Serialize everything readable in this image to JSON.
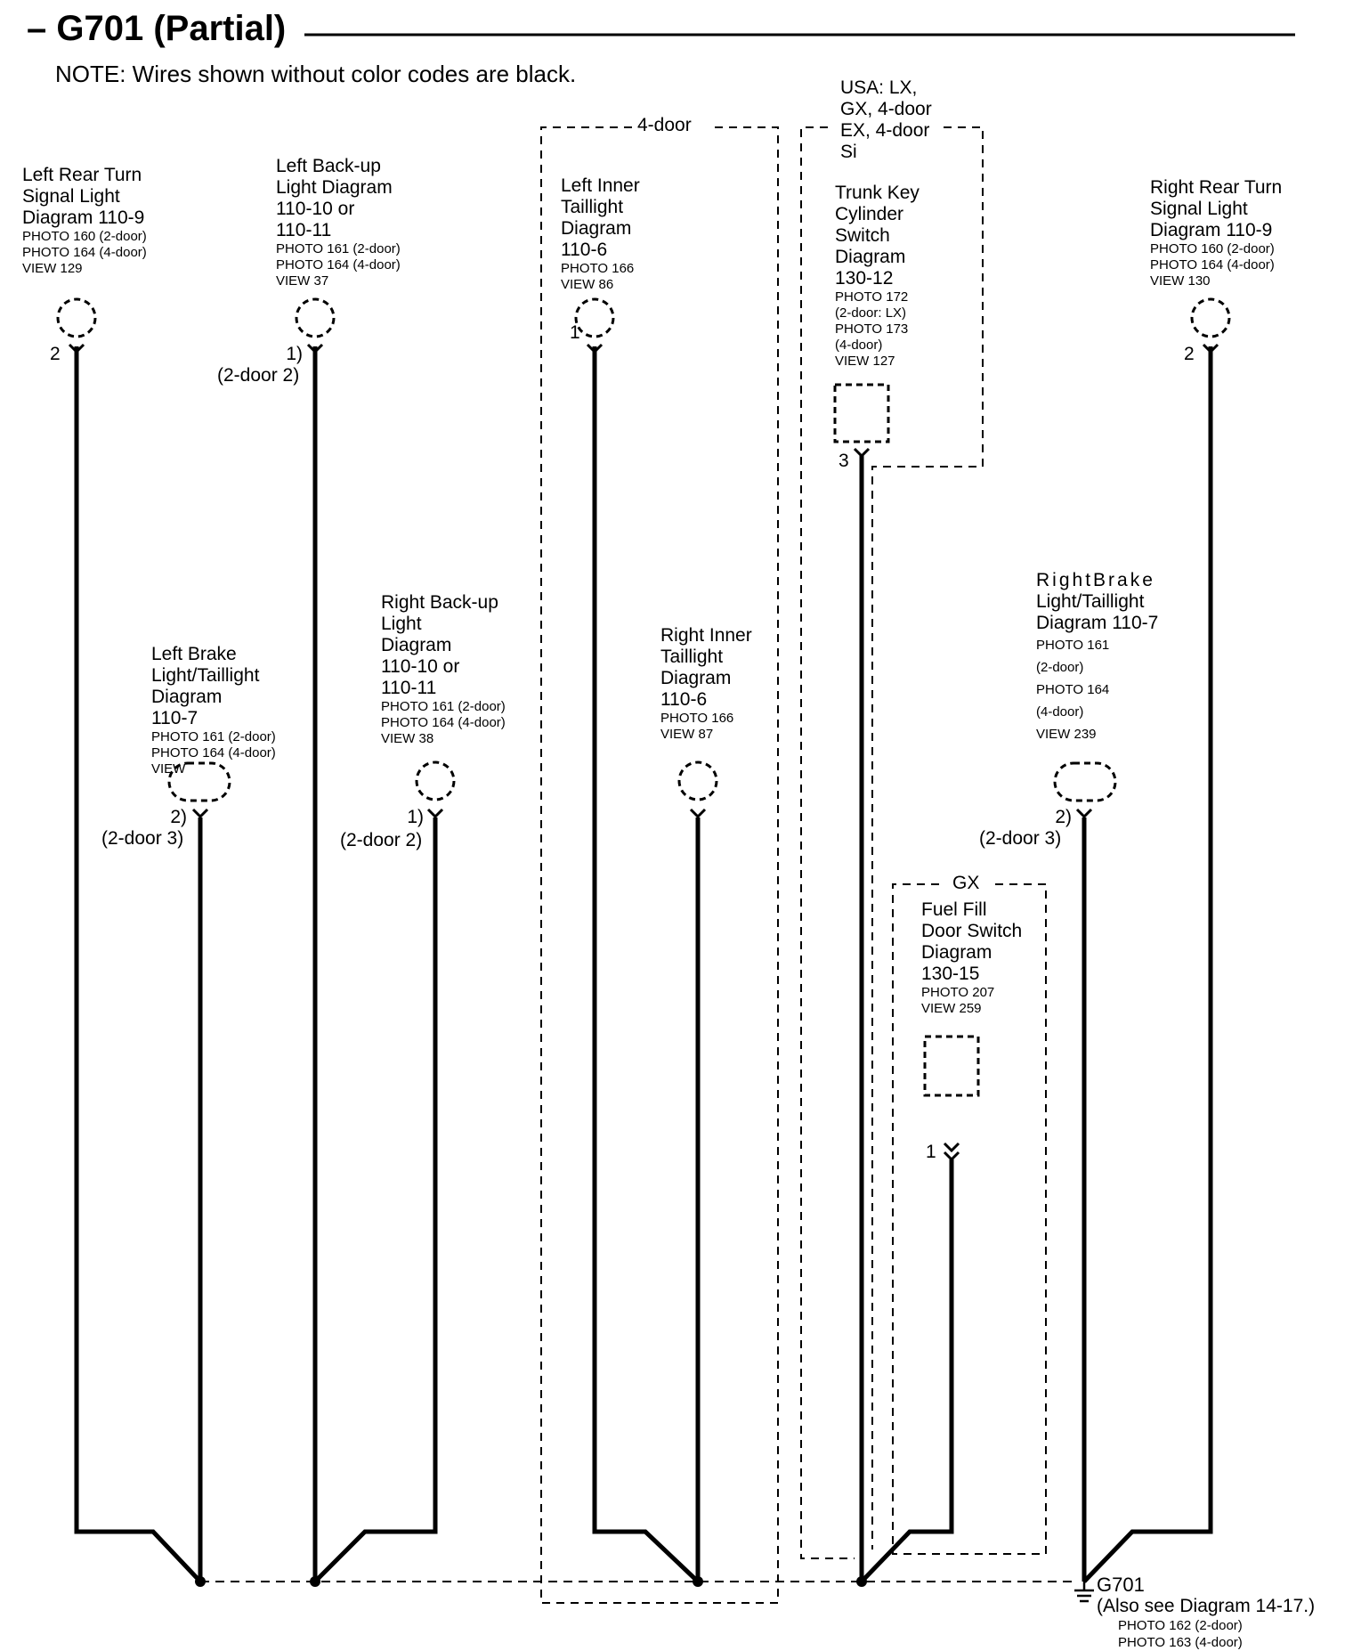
{
  "header": {
    "title": "– G701 (Partial)",
    "note": "NOTE: Wires shown without color codes are black."
  },
  "groups": {
    "four_door": "4-door",
    "usa": [
      "USA: LX,",
      "GX, 4-door",
      "EX, 4-door",
      "Si"
    ],
    "gx": "GX"
  },
  "components": {
    "left_rear_turn": {
      "lines": [
        "Left Rear Turn",
        "Signal Light",
        "Diagram 110-9"
      ],
      "refs": [
        "PHOTO 160 (2-door)",
        "PHOTO 164 (4-door)",
        "VIEW 129"
      ],
      "pin": "2"
    },
    "left_backup": {
      "lines": [
        "Left Back-up",
        "Light Diagram",
        "110-10 or",
        "110-11"
      ],
      "refs": [
        "PHOTO 161  (2-door)",
        "PHOTO 164  (4-door)",
        "VIEW 37"
      ],
      "pin": "1)",
      "pin_note": "(2-door 2)"
    },
    "left_inner_tail": {
      "lines": [
        "Left Inner",
        "Taillight",
        "Diagram",
        "110-6"
      ],
      "refs": [
        "PHOTO 166",
        "VIEW 86"
      ],
      "pin": "1"
    },
    "trunk_key": {
      "lines": [
        "Trunk Key",
        "Cylinder",
        "Switch",
        "Diagram",
        "130-12"
      ],
      "refs": [
        "PHOTO 172",
        "(2-door: LX)",
        "PHOTO 173",
        "(4-door)",
        "VIEW 127"
      ],
      "pin": "3"
    },
    "right_rear_turn": {
      "lines": [
        "Right Rear Turn",
        "Signal Light",
        "Diagram 110-9"
      ],
      "refs": [
        "PHOTO 160 (2-door)",
        "PHOTO 164 (4-door)",
        "VIEW 130"
      ],
      "pin": "2"
    },
    "left_brake": {
      "lines": [
        "Left Brake",
        "Light/Taillight",
        "Diagram",
        "110-7"
      ],
      "refs": [
        "PHOTO 161 (2-door)",
        "PHOTO 164 (4-door)",
        "VIEW"
      ],
      "pin": "2)",
      "pin_note": "(2-door 3)"
    },
    "right_backup": {
      "lines": [
        "Right Back-up",
        "Light",
        "Diagram",
        "110-10 or",
        "110-11"
      ],
      "refs": [
        "PHOTO 161 (2-door)",
        "PHOTO 164 (4-door)",
        "VIEW 38"
      ],
      "pin": "1)",
      "pin_note": "(2-door 2)"
    },
    "right_inner_tail": {
      "lines": [
        "Right Inner",
        "Taillight",
        "Diagram",
        "110-6"
      ],
      "refs": [
        "PHOTO 166",
        "VIEW 87"
      ]
    },
    "right_brake": {
      "lines": [
        "RightBrake",
        "Light/Taillight",
        "Diagram 110-7"
      ],
      "refs": [
        "PHOTO 161",
        "(2-door)",
        "PHOTO 164",
        "(4-door)",
        "VIEW 239"
      ],
      "pin": "2)",
      "pin_note": "(2-door 3)"
    },
    "fuel_fill": {
      "lines": [
        "Fuel Fill",
        "Door Switch",
        "Diagram",
        "130-15"
      ],
      "refs": [
        "PHOTO 207",
        "VIEW 259"
      ],
      "pin": "1"
    }
  },
  "ground": {
    "name": "G701",
    "also": "(Also see Diagram 14-17.)",
    "refs": [
      "PHOTO 162 (2-door)",
      "PHOTO 163 (4-door)"
    ]
  }
}
